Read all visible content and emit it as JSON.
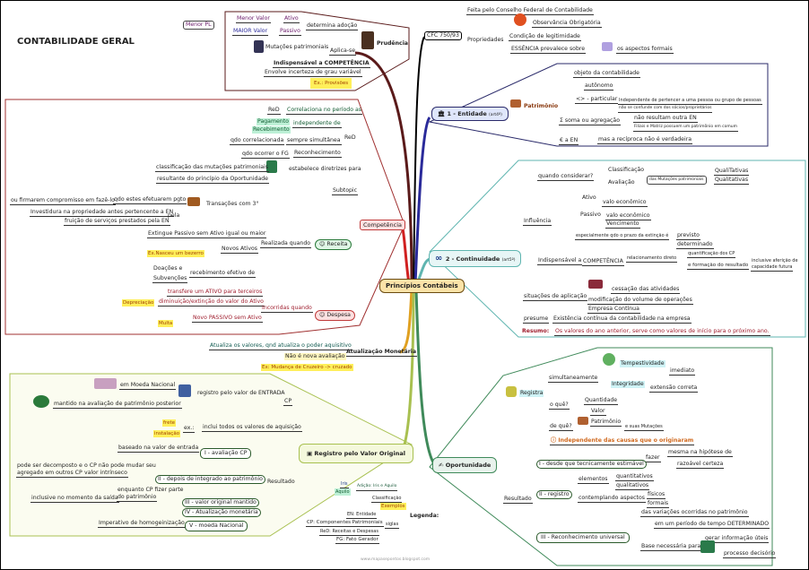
{
  "title": "CONTABILIDADE GERAL",
  "central": "Princípios Contábeis",
  "watermark": "www.mapasepontos.blogspot.com",
  "colors": {
    "prudencia": "#5a1a1a",
    "entidade": "#2a2a7a",
    "continuidade": "#5fb5b0",
    "competencia": "#c03a3a",
    "atualizacao": "#e0a020",
    "registro": "#a8c050",
    "oportunidade": "#3f8a5a",
    "cfc": "#000000"
  },
  "prudencia": {
    "label": "Prudência",
    "items": [
      "Menor PL",
      "Menor Valor",
      "Ativo",
      "MAIOR Valor",
      "Passivo",
      "determina adoção",
      "Mutações patrimoniais",
      "Aplica-se",
      "Indispensável a COMPETÊNCIA",
      "Envolve incerteza de grau variável",
      "Ex.: Provisões"
    ]
  },
  "cfc": {
    "label": "CFC 750/93",
    "items": [
      "Feita pelo Conselho Federal de Contabilidade",
      "Observância Obrigatória",
      "Propriedades",
      "Condição de legitimidade",
      "ESSÊNCIA prevalece sobre",
      "os aspectos formais"
    ]
  },
  "entidade": {
    "label": "1 - Entidade",
    "note": "(art4º)",
    "items": [
      "Patrimônio",
      "objeto da contabilidade",
      "autônomo",
      "<> - particular",
      "Independente de pertencer a uma pessoa ou grupo de pessoas",
      "não se confunde com dos sócios/proprietários",
      "Σ soma ou agregação",
      "não resultam outra EN",
      "Filiais e Matriz possuem um patrimônio em comum",
      "€  a EN",
      "mas a recíproca não é verdadeira"
    ]
  },
  "continuidade": {
    "label": "2 - Continuidade",
    "note": "(art5º)",
    "items": [
      "quando considerar?",
      "Classificação",
      "Avaliação",
      "das Mutações patrimoniais",
      "QualiTativas",
      "Qualitativas",
      "Influência",
      "Ativo",
      "valo econômico",
      "Passivo",
      "valo econômico",
      "Vencimento",
      "especialmente qdo o prazo da extinção é",
      "previsto",
      "determinado",
      "Indispensável a",
      "COMPETÊNCIA",
      "relacionamento direto",
      "quantificação dos CP",
      "e formação do resultado",
      "inclusive aferição de",
      "capacidade futura",
      "situações de aplicação",
      "cessação das atividades",
      "modificação do volume de operações",
      "Empresa Contínua",
      "presume",
      "Existência contínua da contabilidade na empresa",
      "Resumo:",
      "Os valores do ano anterior, serve como valores de início para o próximo ano."
    ]
  },
  "competencia": {
    "label": "Competência",
    "items": [
      "ReD",
      "Correlaciona no período as",
      "Pagamento",
      "Recebimento",
      "independente de",
      "qdo correlacionada",
      "sempre simultânea",
      "ReD",
      "qdo ocorrer o FG",
      "Reconhecimento",
      "estabelece diretrizes para",
      "classificação das mutações patrimoniais",
      "resultante do princípio da Oportunidade",
      "Subtopic",
      "ou firmarem compromisso em fazê-lo",
      "qdo estes efetuarem pgto",
      "Transações com 3°",
      "Investidura na propriedade antes pertencente a EN",
      "pela",
      "fruição de serviços prestados pela EN",
      "Extingue Passivo sem Ativo igual ou maior",
      "Realizada quando",
      "Receita",
      "Novos Ativos",
      "Ex.Nasceu um bezerro",
      "Doações e",
      "Subvenções",
      "recebimento efetivo de",
      "transfere um ATIVO para terceiros",
      "Depreciação",
      "diminuição/extinção do valor do Ativo",
      "Incorridas quando",
      "Despesa",
      "Multa",
      "Novo PASSIVO sem Ativo"
    ]
  },
  "atualizacao": {
    "label": "Atualização Monetária",
    "items": [
      "Atualiza os valores, qnd atualiza o poder aquisitivo",
      "Não é nova avaliação",
      "Ex: Mudança de Cruzeiro -> cruzado"
    ]
  },
  "registro": {
    "label": "Registro pelo Valor Original",
    "items": [
      "em Moeda Nacional",
      "registro pelo valor de ENTRADA",
      "mantido na avaliação de patrimônio posterior",
      "CP",
      "frete",
      "instalação",
      "ex.:",
      "inclui todos os valores de aquisição",
      "baseado na valor de entrada",
      "I - avaliação CP",
      "pode ser decomposto e",
      "agregado em outros CP",
      "o CP não pode mudar seu",
      "valor intrínseco",
      "II - depois de integrado ao patrimônio",
      "Resultado",
      "enquanto CP fizer parte",
      "do patrimônio",
      "inclusive no momento da saída",
      "III - valor original mantido",
      "IV - Atualização monetária",
      "Imperativo de homogeinização",
      "V - moeda Nacional"
    ]
  },
  "legenda": {
    "label": "Legenda:",
    "items": [
      "Iris",
      "Aquilo",
      "Adição: Iris e Aquilo",
      "Classificação",
      "Exemplos",
      "EN: Entidade",
      "CP: Componentes Patrimoniais",
      "siglas",
      "ReD: Receitas e Despesas",
      "FG: Fato Gerador"
    ]
  },
  "oportunidade": {
    "label": "Oportunidade",
    "items": [
      "Registra",
      "simultaneamente",
      "Tempestividade",
      "imediato",
      "Integridade",
      "extensão correta",
      "o quê?",
      "Quantidade",
      "Valor",
      "de quê?",
      "Patrimônio",
      "e suas Mutações",
      "Independente das causas que o originaram",
      "fazer",
      "mesma na hipótese de",
      "razoável certeza",
      "I - desde que tecnicamente estimável",
      "Resultado",
      "elementos",
      "quantitativos",
      "qualitativos",
      "II - registro",
      "contemplando aspectos",
      "físicos",
      "formais",
      "das variações ocorridas no patrimônio",
      "em um período de tempo DETERMINADO",
      "III - Reconhecimento universal",
      "gerar informação úteis",
      "Base necessária para",
      "processo decisório"
    ]
  }
}
